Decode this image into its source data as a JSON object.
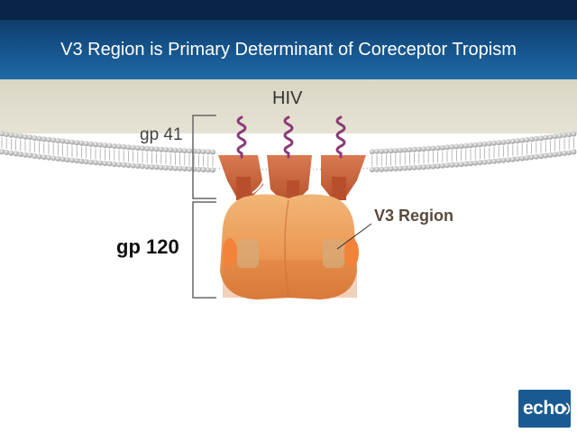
{
  "slide": {
    "title": "V3 Region is Primary Determinant of Coreceptor Tropism"
  },
  "labels": {
    "hiv": "HIV",
    "gp41": "gp 41",
    "gp120": "gp 120",
    "v3_region": "V3 Region"
  },
  "logo": {
    "text": "echo"
  },
  "colors": {
    "title_bar": "#124a7e",
    "membrane_bead": "#c8c8c8",
    "gp41_body": "#cf6a44",
    "gp120_body": "#ec9a55",
    "gp120_patch": "#f3823b",
    "v3_patch": "#d8a874",
    "glycan": "#8a3a78",
    "logo_bg": "#1a5a93"
  }
}
